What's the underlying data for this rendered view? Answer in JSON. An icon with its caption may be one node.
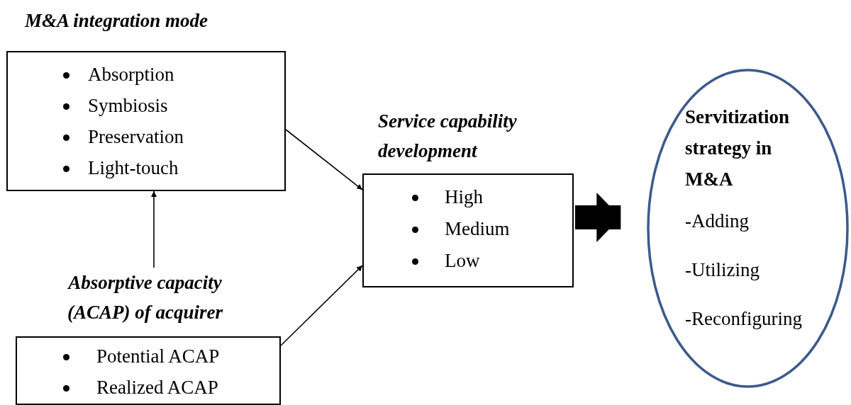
{
  "diagram": {
    "nodes": [
      {
        "text": [
          "M&A integration mode",
          "Absorption",
          "Symbiosis",
          "Preservation",
          "Light-touch"
        ]
      },
      {
        "text": [
          "Absorptive capacity (ACAP) of acquirer",
          "Potential ACAP",
          "Realized ACAP"
        ]
      },
      {
        "text": [
          "Service capability development",
          "High",
          "Medium",
          "Low"
        ]
      },
      {
        "text": [
          "Servitization strategy in M&A",
          "-Adding",
          "-Utilizing",
          "-Reconfiguring"
        ]
      }
    ],
    "edges": [
      {
        "from": 1,
        "to": 0,
        "arrow": "to"
      },
      {
        "from": 0,
        "to": 2,
        "arrow": "to"
      },
      {
        "from": 1,
        "to": 2,
        "arrow": "to"
      },
      {
        "from": 2,
        "to": 3,
        "arrow": "to",
        "style": "thick"
      }
    ]
  }
}
